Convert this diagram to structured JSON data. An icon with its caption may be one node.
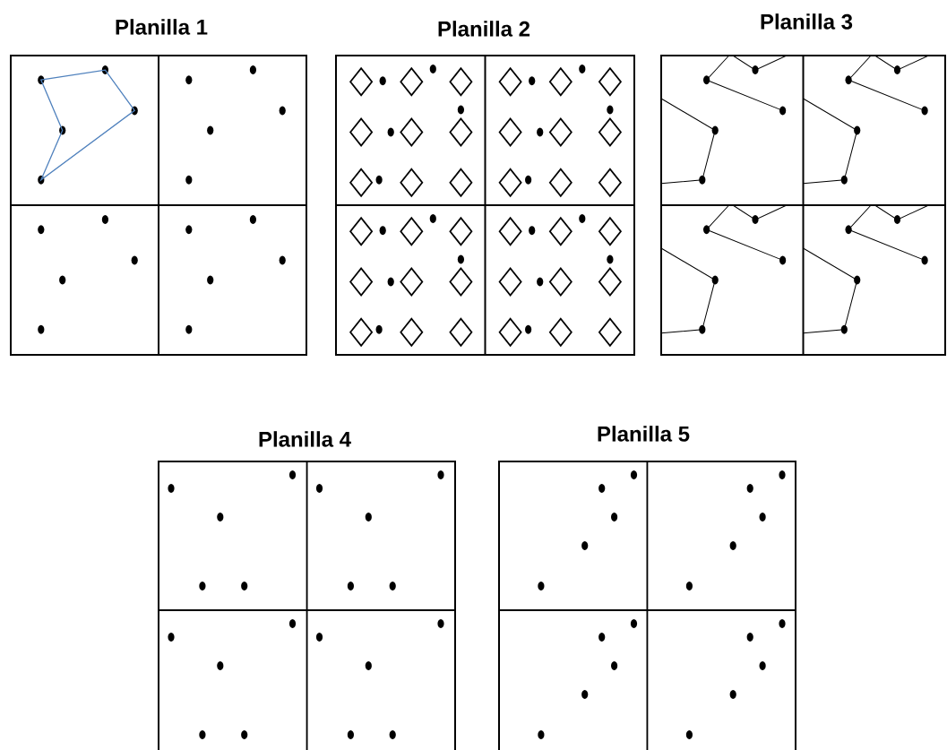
{
  "diagram": {
    "nodes": [
      {
        "text": [
          "Planilla 1"
        ]
      },
      {
        "text": [
          "Planilla 2"
        ]
      },
      {
        "text": [
          "Planilla 3"
        ]
      },
      {
        "text": [
          "Planilla 4"
        ]
      },
      {
        "text": [
          "Planilla 5"
        ]
      }
    ]
  }
}
